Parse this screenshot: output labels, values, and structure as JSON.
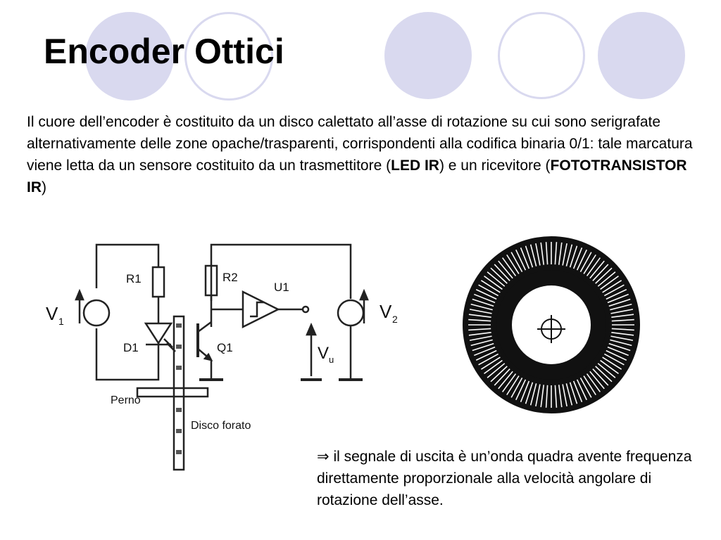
{
  "slide": {
    "title": "Encoder Ottici",
    "intro": {
      "part1": "Il cuore dell’encoder è costituito da un disco calettato all’asse di rotazione su cui sono serigrafate alternativamente delle zone opache/trasparenti, corrispondenti alla codifica binaria 0/1: tale marcatura viene letta da un sensore costituito da un trasmettitore (",
      "bold1": "LED IR",
      "part2": ") e un ricevitore (",
      "bold2": "FOTOTRANSISTOR IR",
      "part3": ")"
    },
    "note": {
      "arrow": "⇒",
      "text": " il segnale di uscita è un’onda quadra avente frequenza direttamente proporzionale alla velocità angolare di rotazione dell’asse."
    }
  },
  "circuit": {
    "labels": {
      "v1": "V",
      "v1_sub": "1",
      "v2": "V",
      "v2_sub": "2",
      "vu": "V",
      "vu_sub": "u",
      "r1": "R1",
      "r2": "R2",
      "u1": "U1",
      "d1": "D1",
      "q1": "Q1",
      "perno": "Perno",
      "disco": "Disco forato"
    }
  },
  "colors": {
    "decor_circle": "#d9d9ef",
    "text": "#000000"
  }
}
